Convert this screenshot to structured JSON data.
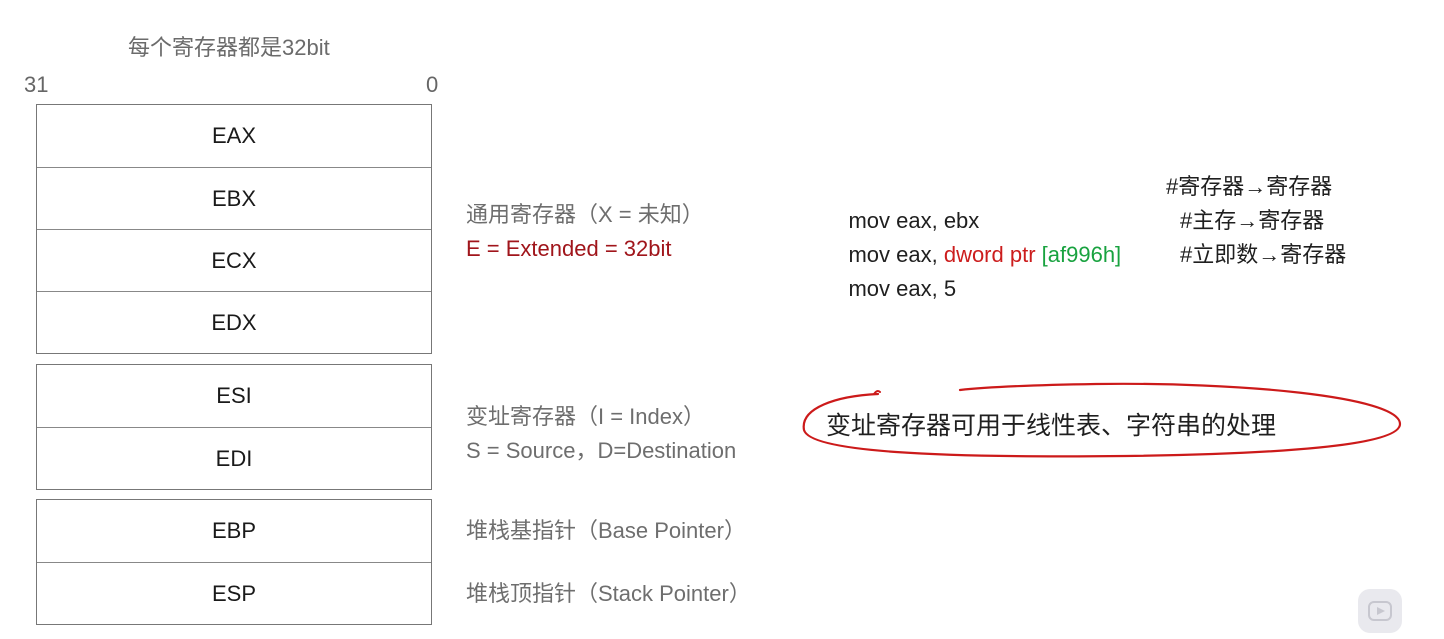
{
  "diagram": {
    "title": "每个寄存器都是32bit",
    "bit_high": "31",
    "bit_low": "0",
    "groups": [
      {
        "registers": [
          "EAX",
          "EBX",
          "ECX",
          "EDX"
        ]
      },
      {
        "registers": [
          "ESI",
          "EDI"
        ]
      },
      {
        "registers": [
          "EBP",
          "ESP"
        ]
      }
    ],
    "notes": {
      "general": {
        "line1": "通用寄存器（X = 未知）",
        "line2": "E = Extended = 32bit"
      },
      "index": {
        "line1": "变址寄存器（I = Index）",
        "line2": "S = Source，D=Destination"
      },
      "base_pointer": "堆栈基指针（Base Pointer）",
      "stack_pointer": "堆栈顶指针（Stack Pointer）"
    },
    "code": [
      {
        "plain": "mov eax, ebx",
        "comment": "#寄存器→寄存器"
      },
      {
        "plain": "mov eax, ",
        "red": "dword ptr ",
        "green": "[af996h]",
        "comment": "#主存→寄存器"
      },
      {
        "plain": "mov eax, 5",
        "comment": "#立即数→寄存器"
      }
    ],
    "circled_note": "变址寄存器可用于线性表、字符串的处理"
  },
  "colors": {
    "note_gray": "#6e6e6e",
    "note_red": "#a0151b",
    "code_red": "#cc1d1d",
    "code_green": "#18a23f",
    "ellipse_red": "#cc1a1a"
  },
  "icons": {
    "player": "play-icon"
  }
}
